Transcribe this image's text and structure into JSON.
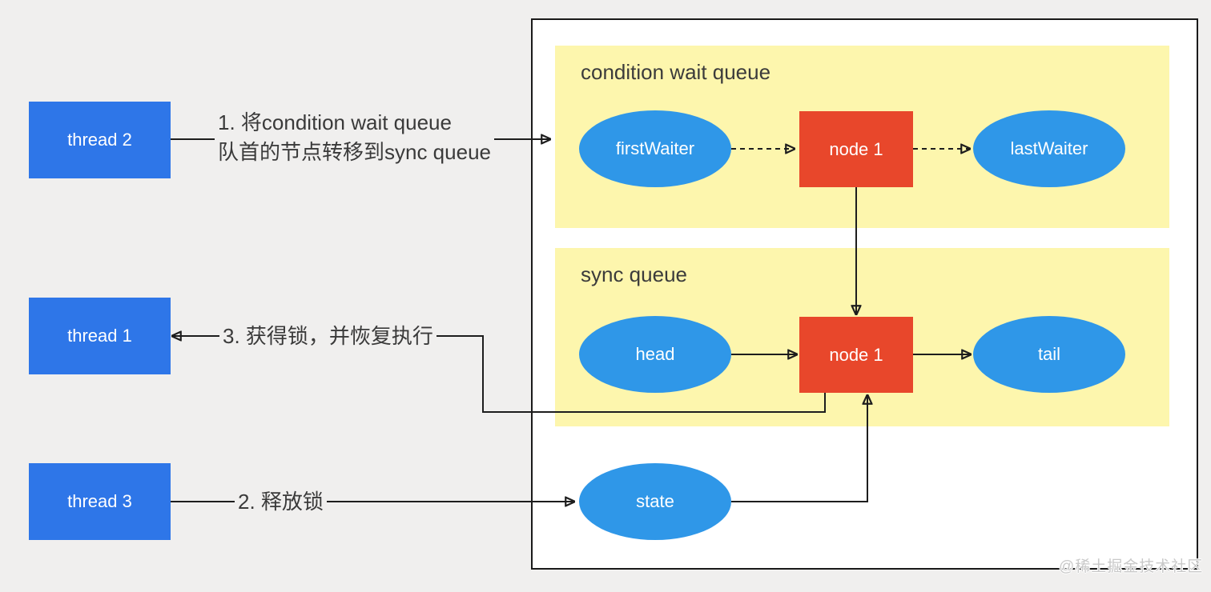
{
  "threads": [
    {
      "id": "thread-2",
      "label": "thread 2"
    },
    {
      "id": "thread-1",
      "label": "thread 1"
    },
    {
      "id": "thread-3",
      "label": "thread 3"
    }
  ],
  "annotations": {
    "step1_line1": "1. 将condition wait queue",
    "step1_line2": "队首的节点转移到sync queue",
    "step2": "2. 释放锁",
    "step3": "3. 获得锁，并恢复执行"
  },
  "queues": {
    "condition": {
      "title": "condition wait queue",
      "first_label": "firstWaiter",
      "node_label": "node 1",
      "last_label": "lastWaiter"
    },
    "sync": {
      "title": "sync queue",
      "head_label": "head",
      "node_label": "node 1",
      "tail_label": "tail"
    }
  },
  "state_label": "state",
  "watermark": "@稀土掘金技术社区",
  "colors": {
    "bg": "#f0efee",
    "box-blue": "#2e76e8",
    "ellipse-blue": "#2f97e8",
    "node-red": "#e8472b",
    "panel-yellow": "#fdf6ad",
    "line": "#1d1d1d",
    "title-text": "#3b3b3b",
    "ann-text": "#3a3a3a",
    "outer-border": "#1a1a1a",
    "watermark": "#c9c9c9"
  }
}
